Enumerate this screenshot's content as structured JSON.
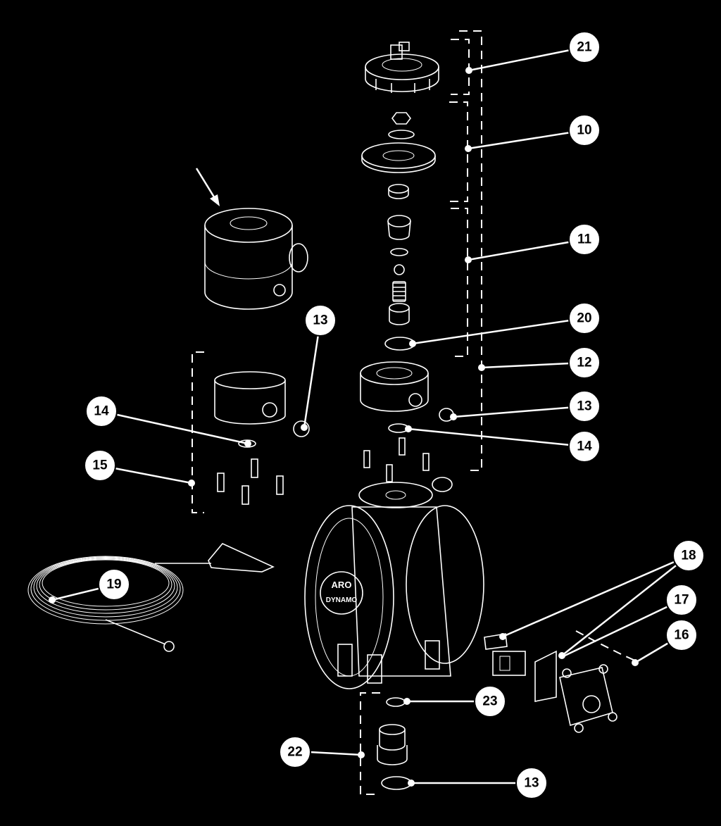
{
  "callouts": [
    {
      "id": "c21",
      "label": "21"
    },
    {
      "id": "c10",
      "label": "10"
    },
    {
      "id": "c11",
      "label": "11"
    },
    {
      "id": "c20",
      "label": "20"
    },
    {
      "id": "c12",
      "label": "12"
    },
    {
      "id": "c13a",
      "label": "13"
    },
    {
      "id": "c14a",
      "label": "14"
    },
    {
      "id": "c13b",
      "label": "13"
    },
    {
      "id": "c14b",
      "label": "14"
    },
    {
      "id": "c15",
      "label": "15"
    },
    {
      "id": "c19",
      "label": "19"
    },
    {
      "id": "c18",
      "label": "18"
    },
    {
      "id": "c17",
      "label": "17"
    },
    {
      "id": "c16",
      "label": "16"
    },
    {
      "id": "c23",
      "label": "23"
    },
    {
      "id": "c22",
      "label": "22"
    },
    {
      "id": "c13c",
      "label": "13"
    }
  ],
  "pump_logo": {
    "line1": "ARO",
    "line2": "DYNAMO"
  },
  "colors": {
    "background": "#000000",
    "linework": "#ffffff",
    "callout_text": "#000000"
  }
}
